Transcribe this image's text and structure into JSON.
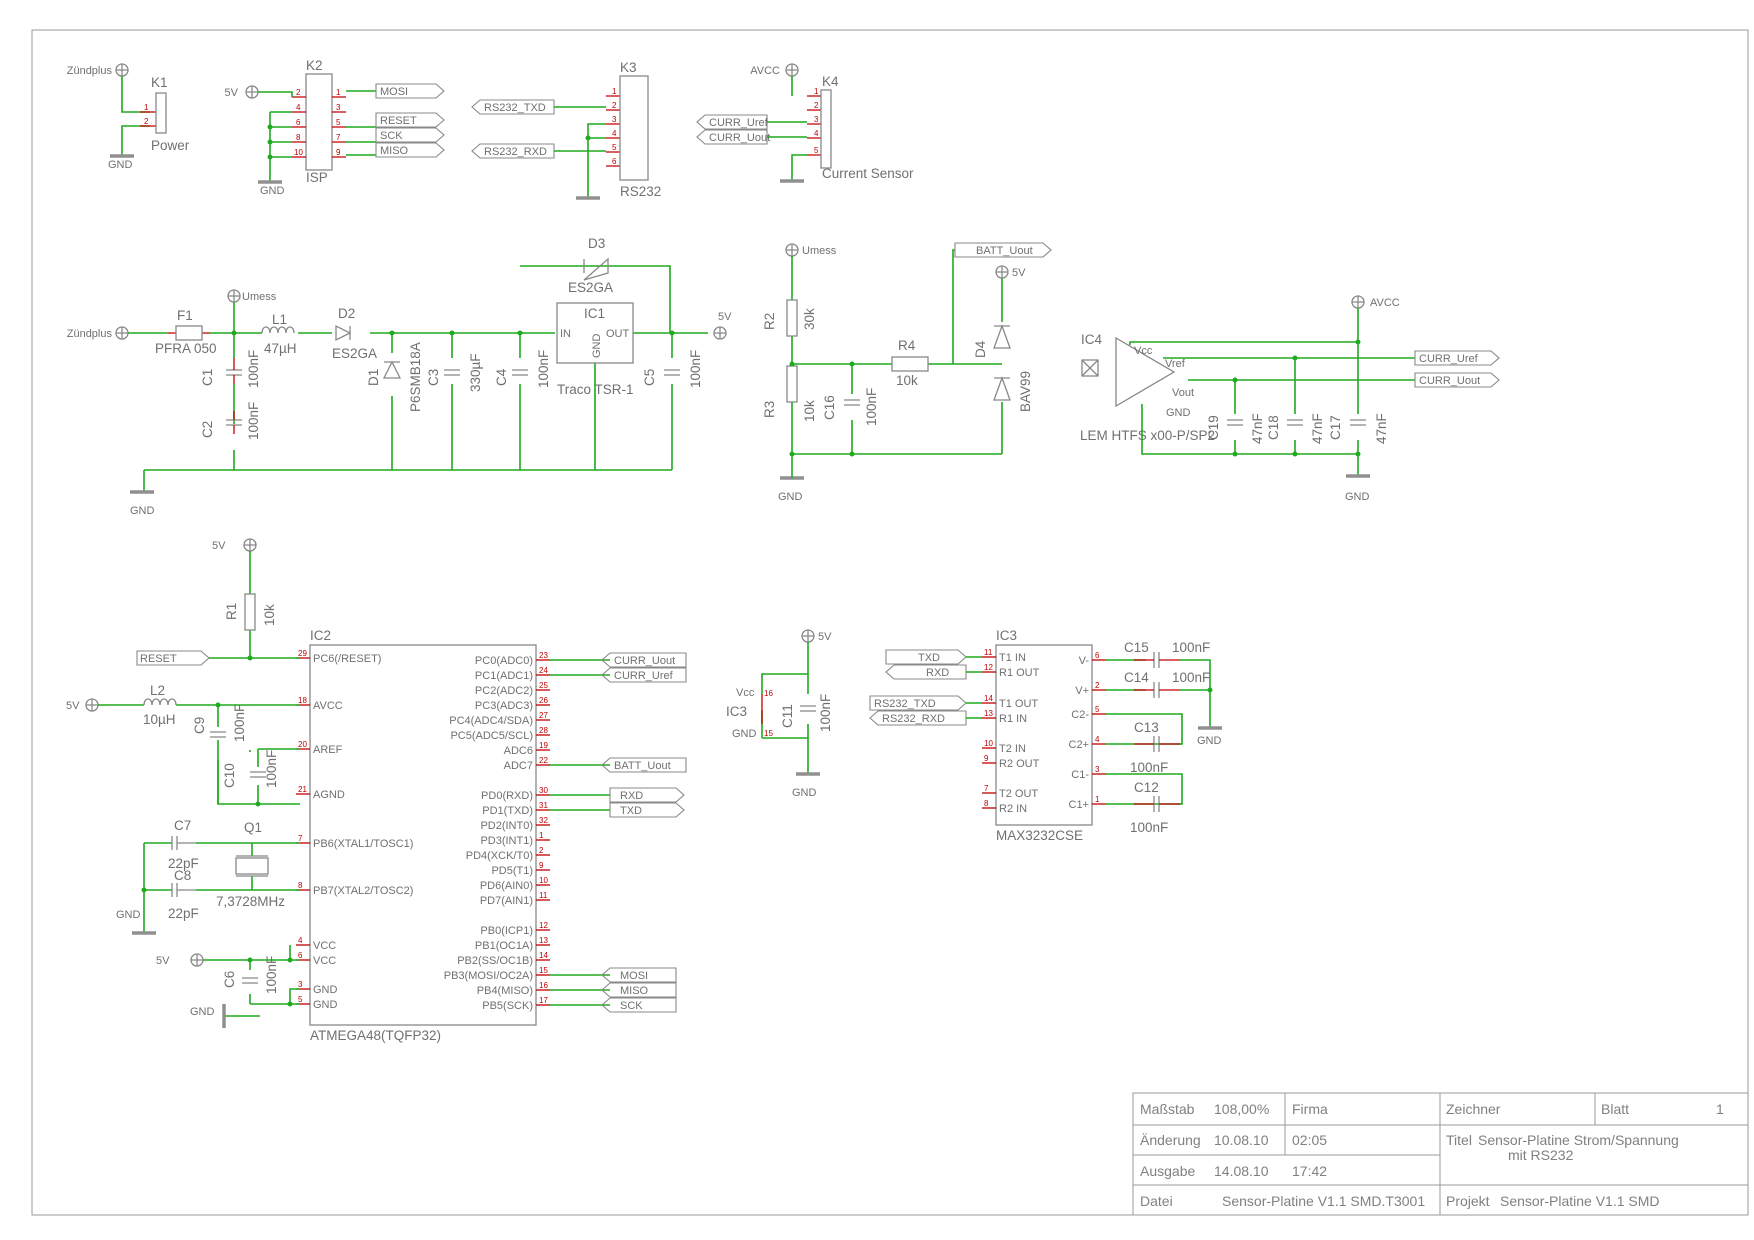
{
  "connectors": {
    "k1_name": "K1",
    "k1_value": "Power",
    "k2_name": "K2",
    "k2_value": "ISP",
    "k3_name": "K3",
    "k3_value": "RS232",
    "k4_name": "K4",
    "k4_value": "Current Sensor"
  },
  "supplies": {
    "zuendplus": "Zündplus",
    "fivev": "5V",
    "avcc": "AVCC",
    "umess": "Umess",
    "gnd": "GND"
  },
  "signals": {
    "mosi": "MOSI",
    "reset": "RESET",
    "sck": "SCK",
    "miso": "MISO",
    "rs232_txd": "RS232_TXD",
    "rs232_rxd": "RS232_RXD",
    "curr_uref": "CURR_Uref",
    "curr_uout": "CURR_Uout",
    "batt_uout": "BATT_Uout",
    "txd": "TXD",
    "rxd": "RXD"
  },
  "parts": {
    "f1": "F1",
    "f1_val": "PFRA 050",
    "l1": "L1",
    "l1_val": "47µH",
    "d2": "D2",
    "d2_val": "ES2GA",
    "d3": "D3",
    "d3_val": "ES2GA",
    "d1": "D1",
    "d1_val": "P6SMB18A",
    "c1": "C1",
    "c2": "C2",
    "c3": "C3",
    "c3_val": "330µF",
    "c4": "C4",
    "c5": "C5",
    "c100n": "100nF",
    "c47n": "47nF",
    "c22p": "22pF",
    "ic1": "IC1",
    "ic1_val": "Traco TSR-1",
    "ic1_in": "IN",
    "ic1_out": "OUT",
    "ic1_gnd": "GND",
    "r2": "R2",
    "r2_val": "30k",
    "r3": "R3",
    "r3_val": "10k",
    "r4": "R4",
    "r4_val": "10k",
    "c16": "C16",
    "d4": "D4",
    "d4_val": "BAV99",
    "ic4": "IC4",
    "ic4_val": "LEM HTFS x00-P/SP2",
    "ic4_vcc": "Vcc",
    "ic4_vref": "Vref",
    "ic4_vout": "Vout",
    "ic4_gnd": "GND",
    "c19": "C19",
    "c18": "C18",
    "c17": "C17",
    "r1": "R1",
    "r1_val": "10k",
    "l2": "L2",
    "l2_val": "10µH",
    "c9": "C9",
    "c10": "C10",
    "c7": "C7",
    "c8": "C8",
    "q1": "Q1",
    "q1_val": "7,3728MHz",
    "c6": "C6",
    "ic2": "IC2",
    "ic2_val": "ATMEGA48(TQFP32)",
    "ic3": "IC3",
    "ic3_val": "MAX3232CSE",
    "ic3_vcc": "Vcc",
    "ic3_gnd": "GND",
    "c11": "C11",
    "c15": "C15",
    "c14": "C14",
    "c13": "C13",
    "c12": "C12"
  },
  "ic2_left": [
    "PC6(/RESET)",
    "AVCC",
    "AREF",
    "AGND",
    "PB6(XTAL1/TOSC1)",
    "PB7(XTAL2/TOSC2)",
    "VCC",
    "VCC",
    "GND",
    "GND"
  ],
  "ic2_left_nums": [
    "29",
    "18",
    "20",
    "21",
    "7",
    "8",
    "4",
    "6",
    "3",
    "5"
  ],
  "ic2_right": [
    "PC0(ADC0)",
    "PC1(ADC1)",
    "PC2(ADC2)",
    "PC3(ADC3)",
    "PC4(ADC4/SDA)",
    "PC5(ADC5/SCL)",
    "ADC6",
    "ADC7",
    "PD0(RXD)",
    "PD1(TXD)",
    "PD2(INT0)",
    "PD3(INT1)",
    "PD4(XCK/T0)",
    "PD5(T1)",
    "PD6(AIN0)",
    "PD7(AIN1)",
    "PB0(ICP1)",
    "PB1(OC1A)",
    "PB2(SS/OC1B)",
    "PB3(MOSI/OC2A)",
    "PB4(MISO)",
    "PB5(SCK)"
  ],
  "ic2_right_nums": [
    "23",
    "24",
    "25",
    "26",
    "27",
    "28",
    "19",
    "22",
    "30",
    "31",
    "32",
    "1",
    "2",
    "9",
    "10",
    "11",
    "12",
    "13",
    "14",
    "15",
    "16",
    "17"
  ],
  "ic3_left": [
    "T1 IN",
    "R1 OUT",
    "T1 OUT",
    "R1 IN",
    "T2 IN",
    "R2 OUT",
    "T2 OUT",
    "R2 IN"
  ],
  "ic3_left_nums": [
    "11",
    "12",
    "14",
    "13",
    "10",
    "9",
    "7",
    "8"
  ],
  "ic3_right": [
    "V-",
    "V+",
    "C2-",
    "C2+",
    "C1-",
    "C1+"
  ],
  "ic3_right_nums": [
    "6",
    "2",
    "5",
    "4",
    "3",
    "1"
  ],
  "titleblock": {
    "massstab_label": "Maßstab",
    "massstab_value": "108,00%",
    "firma_label": "Firma",
    "zeichner_label": "Zeichner",
    "blatt_label": "Blatt",
    "blatt_value": "1",
    "aenderung_label": "Änderung",
    "aenderung_date": "10.08.10",
    "aenderung_time": "02:05",
    "titel_label": "Titel",
    "titel_value_1": "Sensor-Platine Strom/Spannung",
    "titel_value_2": "mit RS232",
    "ausgabe_label": "Ausgabe",
    "ausgabe_date": "14.08.10",
    "ausgabe_time": "17:42",
    "datei_label": "Datei",
    "datei_value": "Sensor-Platine V1.1 SMD.T3001",
    "projekt_label": "Projekt",
    "projekt_value": "Sensor-Platine V1.1 SMD"
  }
}
